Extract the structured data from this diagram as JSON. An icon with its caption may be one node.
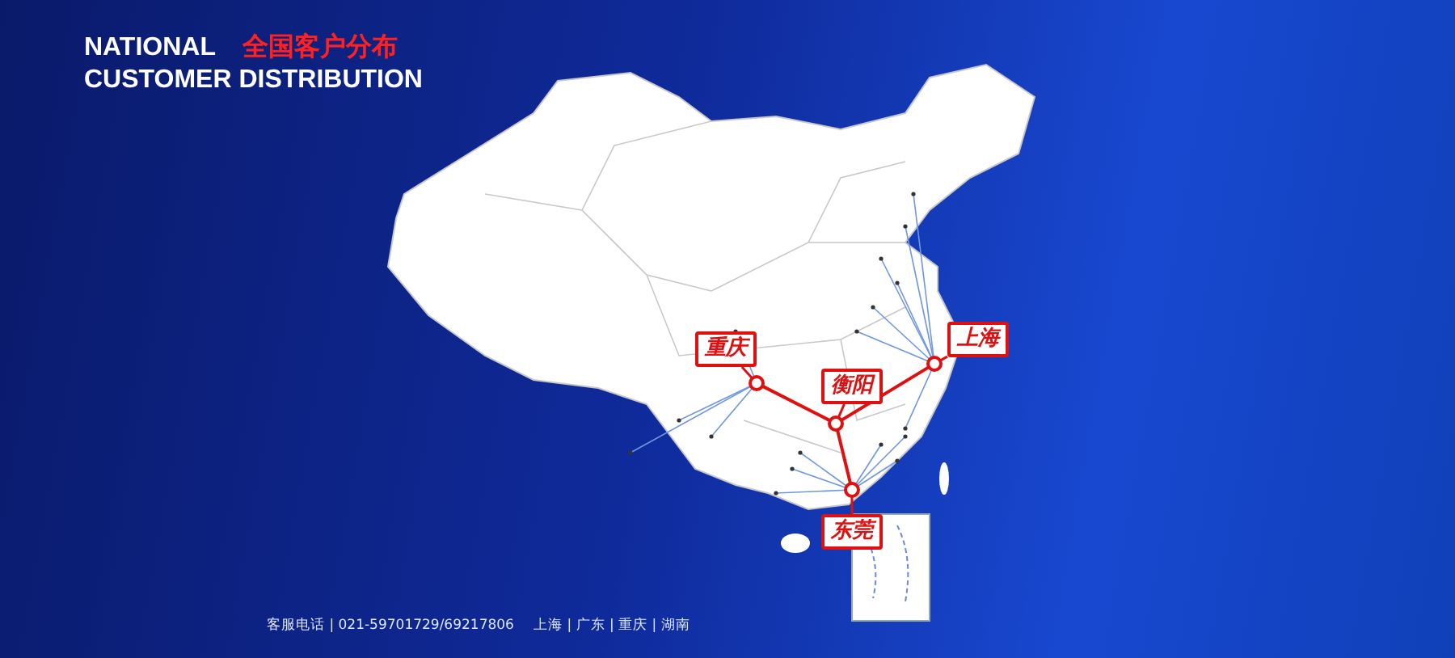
{
  "diagram": {
    "title": "NATIONAL CUSTOMER DISTRIBUTION",
    "nodes": [
      {
        "text": [
          "重庆"
        ]
      },
      {
        "text": [
          "衡阳"
        ]
      },
      {
        "text": [
          "上海"
        ]
      },
      {
        "text": [
          "东莞"
        ]
      },
      {
        "text": [],
        "shape": "circle"
      },
      {
        "text": [],
        "shape": "circle"
      },
      {
        "text": [],
        "shape": "circle"
      },
      {
        "text": [],
        "shape": "circle"
      }
    ],
    "edges": [
      {
        "from": 0,
        "to": 4,
        "arrow": "none"
      },
      {
        "from": 1,
        "to": 5,
        "arrow": "none"
      },
      {
        "from": 2,
        "to": 6,
        "arrow": "none"
      },
      {
        "from": 3,
        "to": 7,
        "arrow": "none"
      },
      {
        "from": 4,
        "to": 5,
        "arrow": "none"
      },
      {
        "from": 5,
        "to": 6,
        "arrow": "none"
      },
      {
        "from": 5,
        "to": 7,
        "arrow": "none"
      }
    ],
    "labels": [
      "全国客户分布",
      "客服电话 | 021-59701729/69217806",
      "上海 | 广东 | 重庆 | 湖南"
    ]
  }
}
